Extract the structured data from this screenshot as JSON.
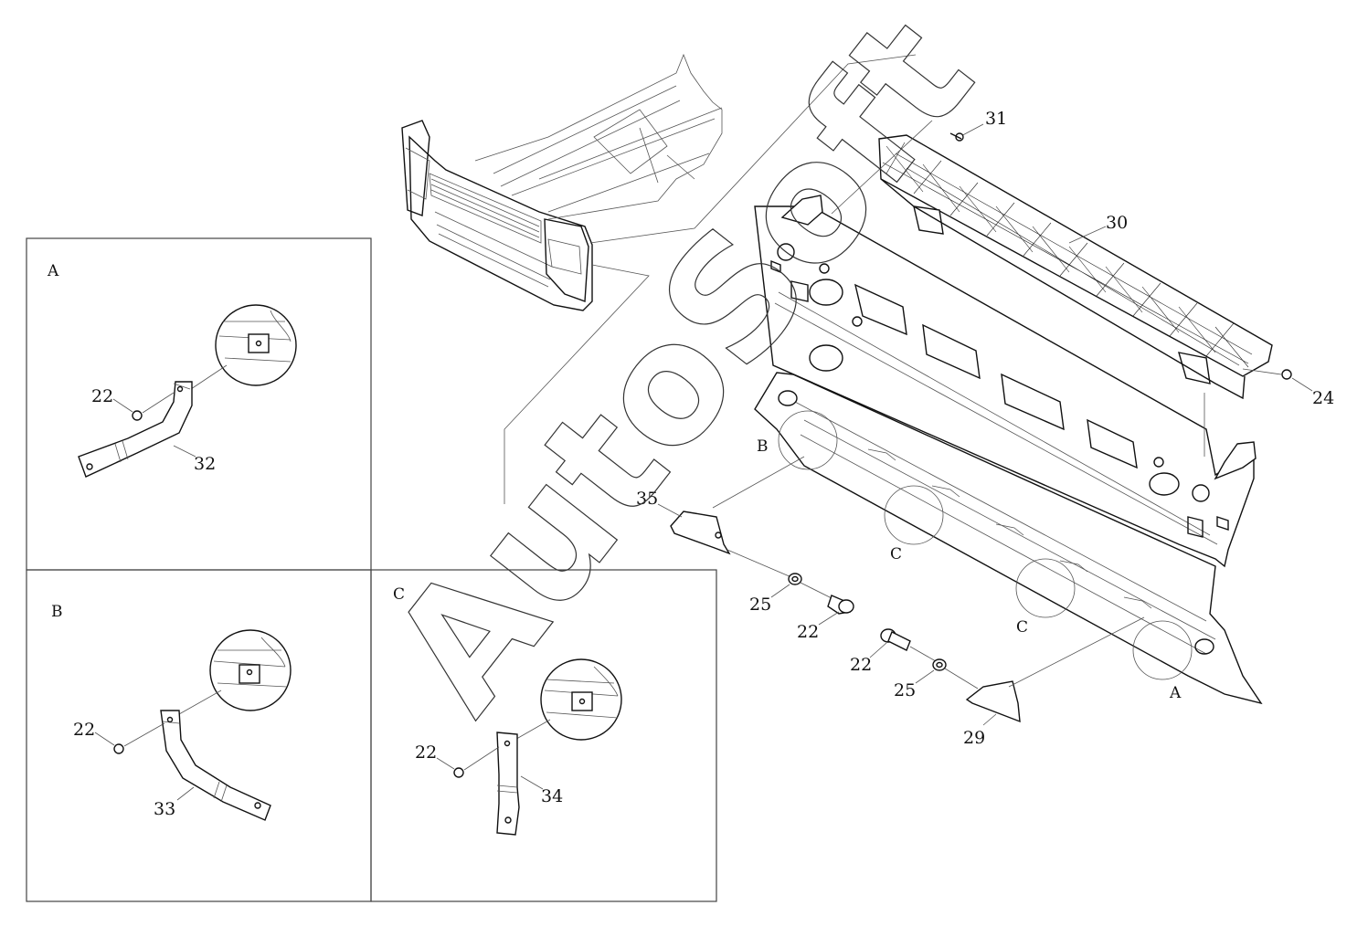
{
  "watermark": "AutoSoft",
  "detail_panels": [
    {
      "id": "A",
      "label": "A",
      "callouts": [
        "22",
        "32"
      ]
    },
    {
      "id": "B",
      "label": "B",
      "callouts": [
        "22",
        "33"
      ]
    },
    {
      "id": "C",
      "label": "C",
      "callouts": [
        "22",
        "34"
      ]
    }
  ],
  "main_callouts": {
    "c31": "31",
    "c30": "30",
    "c24": "24",
    "c35": "35",
    "c25a": "25",
    "c22a": "22",
    "c22b": "22",
    "c25b": "25",
    "c29": "29"
  },
  "location_markers": {
    "b": "B",
    "c1": "C",
    "c2": "C",
    "a": "A"
  }
}
